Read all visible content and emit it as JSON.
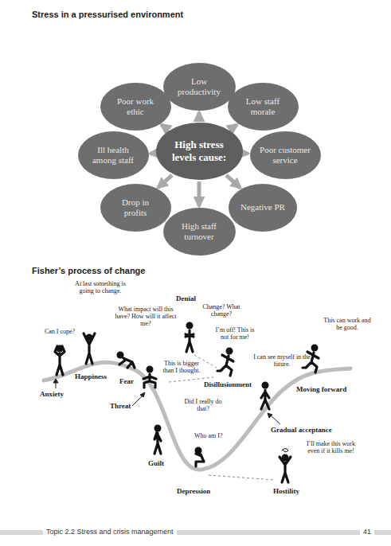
{
  "diagram": {
    "title": "Stress in a pressurised environment",
    "nodes": [
      {
        "text": [
          "High stress levels cause:"
        ]
      },
      {
        "text": [
          "Low productivity"
        ]
      },
      {
        "text": [
          "Low staff morale"
        ]
      },
      {
        "text": [
          "Poor customer service"
        ]
      },
      {
        "text": [
          "Negative PR"
        ]
      },
      {
        "text": [
          "High staff turnover"
        ]
      },
      {
        "text": [
          "Drop in profits"
        ]
      },
      {
        "text": [
          "Ill health among staff"
        ]
      },
      {
        "text": [
          "Poor work ethic"
        ]
      }
    ],
    "edges": [
      {
        "from": 0,
        "to": 1,
        "arrow": "to"
      },
      {
        "from": 0,
        "to": 2,
        "arrow": "to"
      },
      {
        "from": 0,
        "to": 3,
        "arrow": "to"
      },
      {
        "from": 0,
        "to": 4,
        "arrow": "to"
      },
      {
        "from": 0,
        "to": 5,
        "arrow": "to"
      },
      {
        "from": 0,
        "to": 6,
        "arrow": "to"
      },
      {
        "from": 0,
        "to": 7,
        "arrow": "to"
      },
      {
        "from": 0,
        "to": 8,
        "arrow": "to"
      }
    ],
    "labels": [
      "Fisher’s process of change",
      "At last something is going to change.",
      "Can I cope?",
      "What impact will this have? How will it affect me?",
      "Denial",
      "Change? What change?",
      "This can work and be good.",
      "I’m off! This is not for me!",
      "This is bigger than I thought.",
      "I can see myself in the future.",
      "Anxiety",
      "Happiness",
      "Fear",
      "Disillusionment",
      "Moving forward",
      "Threat",
      "Did I really do that?",
      "Who am I?",
      "Gradual acceptance",
      "Guilt",
      "I’ll make this work even if it kills me!",
      "Depression",
      "Hostility",
      "Topic 2.2 Stress and crisis management",
      "41"
    ]
  }
}
